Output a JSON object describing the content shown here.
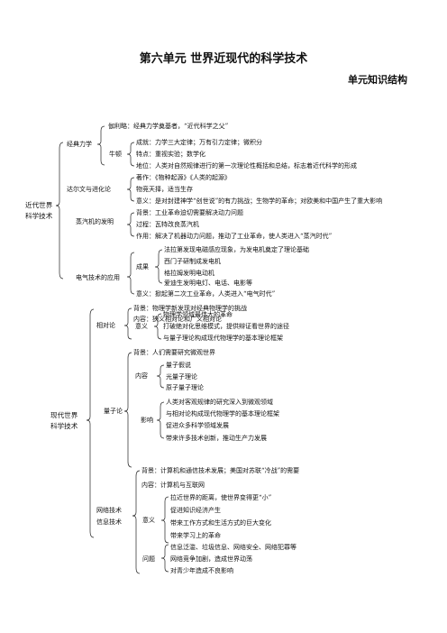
{
  "header": {
    "title": "第六单元  世界近现代的科学技术",
    "subtitle": "单元知识结构"
  },
  "part1": {
    "root": [
      "近代世界",
      "科学技术"
    ],
    "classical": {
      "label": "经典力学",
      "galileo": "伽利略：经典力学奠基者，“近代科学之父”",
      "newton": {
        "label": "牛顿",
        "items": [
          "成就：力学三大定律；万有引力定律；微积分",
          "特点：重视实验；数学化",
          "地位：人类对自然规律进行的第一次理论性概括和总结，标志着近代科学的形成"
        ]
      }
    },
    "darwin": {
      "label": "达尔文与进化论",
      "items": [
        "著作：《物种起源》《人类的起源》",
        "物竞天择，适当生存",
        "意义：是对封建神学“创世说”的有力挑战；生物学的革命；对欧美和中国产生了重大影响"
      ]
    },
    "steam": {
      "label": "蒸汽机的发明",
      "items": [
        "背景：工业革命迫切需要解决动力问题",
        "过程：瓦特改良蒸汽机",
        "作用：解决了机器动力问题，推动了工业革命，使人类进入“蒸汽时代”"
      ]
    },
    "electric": {
      "label": "电气技术的应用",
      "results_label": "成果",
      "results": [
        "法拉第发现电磁感应现象，为发电机奠定了理论基础",
        "西门子研制成发电机",
        "格拉姆发明电动机",
        "爱迪生发明电灯、电话、电影等"
      ],
      "meaning": "意义：掀起第二次工业革命，人类进入“电气时代”"
    }
  },
  "part2": {
    "root": [
      "现代世界",
      "科学技术"
    ],
    "relativity": {
      "label": "相对论",
      "background": "背景：物理学新发现对经典物理学的挑战",
      "content": "内容：狭义相对论和广义相对论",
      "meaning_label": "意义",
      "meaning": [
        "物理学领域最伟大的革命",
        "打破绝对化思维模式，提供辩证看世界的途径",
        "与量子理论构成现代物理学的基本理论框架"
      ]
    },
    "quantum": {
      "label": "量子论",
      "background": "背景：人们需要研究微观世界",
      "content_label": "内容",
      "content": [
        "量子假说",
        "光量子理论",
        "原子量子理论"
      ],
      "impact_label": "影响",
      "impact": [
        "人类对客观规律的研究深入到微观领域",
        "与相对论构成现代物理学的基本理论框架",
        "促进众多科学领域发展",
        "带来许多技术创新，推动生产力发展"
      ]
    },
    "network": {
      "label": [
        "网络技术",
        "信息技术"
      ],
      "background": "背景：计算机和通信技术发展；美国对苏联“冷战”的需要",
      "content": "内容：计算机与互联网",
      "meaning_label": "意义",
      "meaning": [
        "拉近世界的距离，使世界变得更“小”",
        "促进知识经济产生",
        "带来工作方式和生活方式的巨大变化",
        "带来学习上的革命"
      ],
      "problems_label": "问题",
      "problems": [
        "信息泛滥、垃圾信息、网络安全、网络犯罪等",
        "网络竞争加剧，造成世界动荡",
        "对青少年造成不良影响"
      ]
    }
  }
}
